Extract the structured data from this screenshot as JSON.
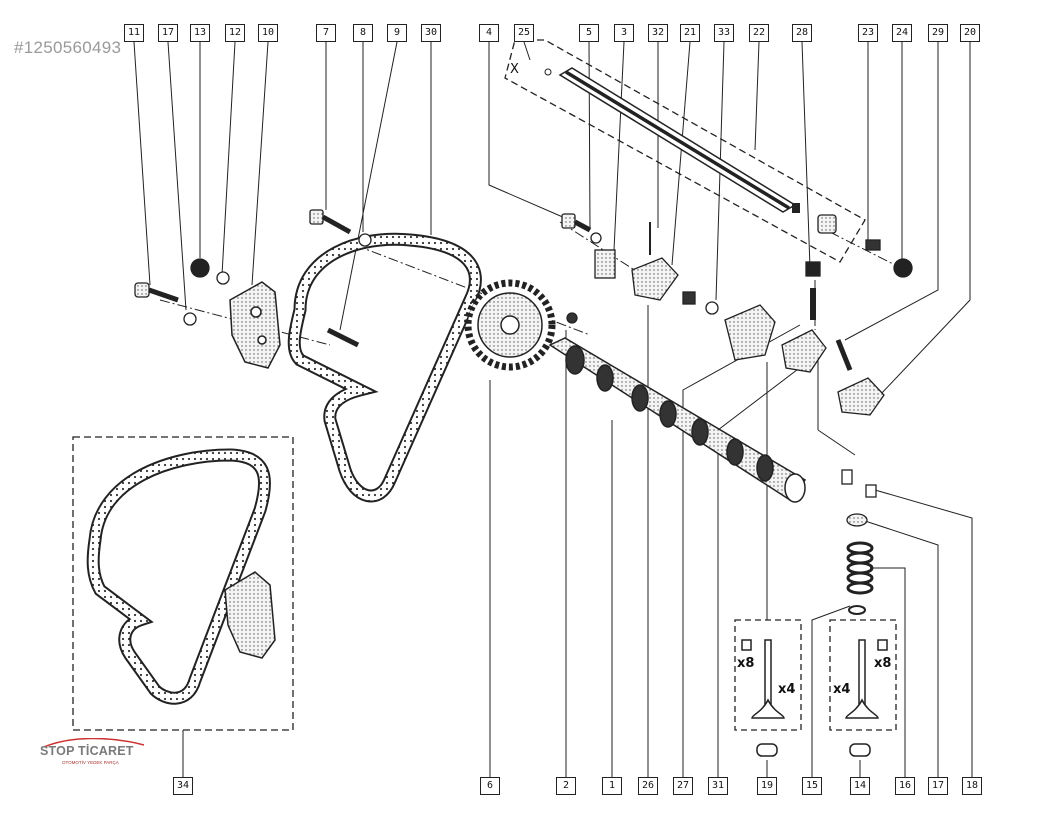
{
  "watermark": "#1250560493",
  "logo": {
    "text": "STOP TİCARET",
    "subtext": "OTOMOTİV YEDEK PARÇA"
  },
  "x_label": "X",
  "multipliers": {
    "collet_left": "x8",
    "valve_left": "x4",
    "collet_right": "x8",
    "valve_right": "x4"
  },
  "callouts": {
    "top": [
      "11",
      "17",
      "13",
      "12",
      "10",
      "7",
      "8",
      "9",
      "30",
      "4",
      "25",
      "5",
      "3",
      "32",
      "21",
      "33",
      "22",
      "28",
      "23",
      "24",
      "29",
      "20"
    ],
    "bottom": [
      "34",
      "6",
      "2",
      "1",
      "26",
      "27",
      "31",
      "19",
      "15",
      "14",
      "16",
      "17",
      "18"
    ]
  },
  "colors": {
    "line": "#222222",
    "paper": "#ffffff",
    "watermark": "#9a9a9a",
    "logo_accent": "#cc3333"
  }
}
